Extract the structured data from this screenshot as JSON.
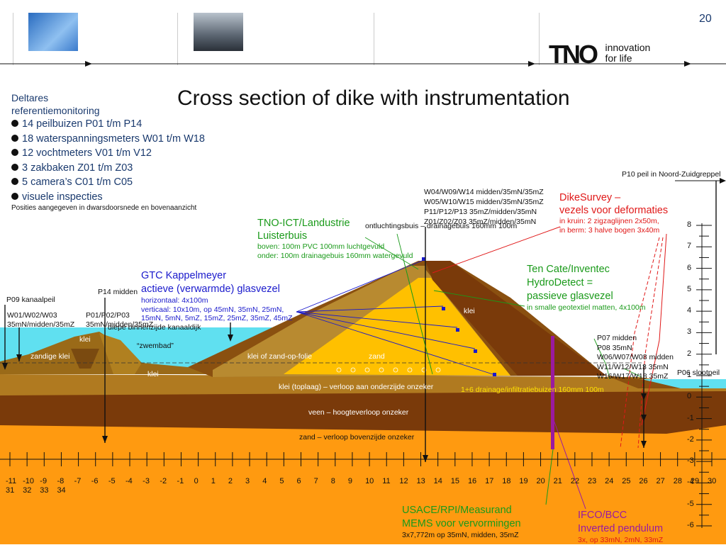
{
  "page_number": "20",
  "logo": {
    "mark": "TNO",
    "tagline_line1": "innovation",
    "tagline_line2": "for life"
  },
  "title": "Cross section of dike with instrumentation",
  "left_panel": {
    "org": "Deltares",
    "subtitle": "referentiemonitoring",
    "bullets": [
      "14 peilbuizen P01 t/m P14",
      "18 waterspanningsmeters W01 t/m W18",
      "12 vochtmeters V01 t/m V12",
      "3 zakbaken Z01 t/m Z03",
      "5 camera’s C01 t/m C05",
      "visuele inspecties"
    ],
    "note": "Posities aangegeven in dwarsdoorsnede en bovenaanzicht"
  },
  "top_sensor_block": [
    "W04/W09/W14 midden/35mN/35mZ",
    "W05/W10/W15 midden/35mN/35mZ",
    "P11/P12/P13 35mZ/midden/35mN",
    "Z01/Z02/Z03 35mZ/midden/35mN"
  ],
  "labels": {
    "p10": "P10 peil in Noord-Zuidgreppel",
    "p09": "P09 kanaalpeil",
    "p14": "P14 midden",
    "w01_line1": "W01/W02/W03",
    "w01_line2": "35mN/midden/35mZ",
    "p01_line1": "P01/P02/P03",
    "p01_line2": "35mN/midden/35mZ",
    "diepe": "diepe binnenzijde kanaaldijk",
    "zwembad": "“zwembad”",
    "klei_a": "klei",
    "klei_b": "klei",
    "klei_c": "klei",
    "zandige_klei": "zandige klei",
    "klei_folie": "klei of zand-op-folie",
    "zand": "zand",
    "p07_line1": "P07 midden",
    "p07_line2": "P08 35mN",
    "p07_line3": "W06/W07/W08 midden",
    "p07_line4": "W11/W12/W13 35mN",
    "p07_line5": "W16/W17/W18 35mZ",
    "p06": "P06 slootpeil",
    "layer_klei": "klei (toplaag) – verloop aan onderzijde onzeker",
    "layer_drain": "1+6 drainage/infiltratiebuizen 160mm 100m",
    "layer_veen": "veen – hoogteverloop onzeker",
    "layer_zand": "zand – verloop bovenzijde onzeker",
    "ontlucht": "ontluchtingsbuis – drainagebuis 160mm 100m"
  },
  "callouts": {
    "tno_ict": {
      "title1": "TNO-ICT/Landustrie",
      "title2": "Luisterbuis",
      "line1": "boven: 100m PVC 100mm luchtgevuld",
      "line2": "onder: 100m drainagebuis 160mm watergevuld"
    },
    "gtc": {
      "title1": "GTC Kappelmeyer",
      "title2": "actieve (verwarmde) glasvezel",
      "line1": "horizontaal: 4x100m",
      "line2": "verticaal: 10x10m, op 45mN, 35mN, 25mN,",
      "line3": "15mN, 5mN, 5mZ, 15mZ, 25mZ, 35mZ, 45mZ"
    },
    "dikesurvey": {
      "title1": "DikeSurvey –",
      "title2": "vezels voor deformaties",
      "line1": "in kruin: 2 zigzaglijnen 2x50m,",
      "line2": "in berm: 3 halve bogen 3x40m"
    },
    "tencate": {
      "title1": "Ten Cate/Inventec",
      "title2": "HydroDetect =",
      "title3": "passieve glasvezel",
      "line1": "in smalle geotextiel matten, 4x100m"
    },
    "usace": {
      "title1": "USACE/RPI/Measurand",
      "title2": "MEMS voor vervormingen",
      "line1": "3x7,772m op 35mN, midden, 35mZ"
    },
    "ifco": {
      "title1": "IFCO/BCC",
      "title2": "Inverted pendulum",
      "line1": "3x, op 33mN, 2mN, 33mZ"
    }
  },
  "right_scale_labels": [
    "8",
    "7",
    "6",
    "5",
    "4",
    "3",
    "2",
    "1",
    "0",
    "-1",
    "-2",
    "-3",
    "-4",
    "-5",
    "-6"
  ],
  "x_axis_row1": [
    "-11",
    "-10",
    "-9",
    "-8",
    "-7",
    "-6",
    "-5",
    "-4",
    "-3",
    "-2",
    "-1",
    "0",
    "1",
    "2",
    "3",
    "4",
    "5",
    "6",
    "7",
    "8",
    "9",
    "10",
    "11",
    "12",
    "13",
    "14",
    "15",
    "16",
    "17",
    "18",
    "19",
    "20",
    "21",
    "22",
    "23",
    "24",
    "25",
    "26",
    "27",
    "28",
    "29",
    "30"
  ],
  "x_axis_row2": [
    "31",
    "32",
    "33",
    "34"
  ],
  "colors": {
    "title_blue": "#1a3a6e",
    "callout_blue": "#1a1acc",
    "callout_green": "#1a9a1a",
    "callout_red": "#e01818",
    "callout_purple": "#9a1aa0",
    "sand_orange": "#ff9a10",
    "peat_brown": "#7a3a0a",
    "clay_brown": "#b07a20",
    "core_yellow": "#ffc000",
    "water_cyan": "#60e0f0"
  }
}
